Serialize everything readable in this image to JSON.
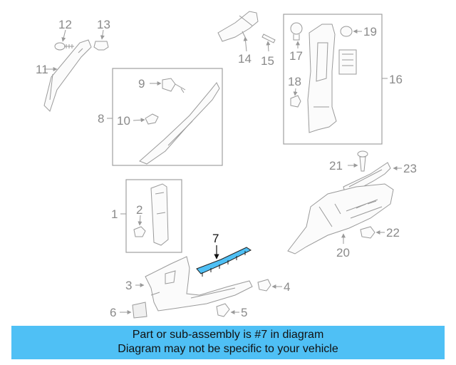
{
  "diagram": {
    "highlight_color": "#4fc0f5",
    "callouts": [
      "1",
      "2",
      "3",
      "4",
      "5",
      "6",
      "7",
      "8",
      "9",
      "10",
      "11",
      "12",
      "13",
      "14",
      "15",
      "16",
      "17",
      "18",
      "19",
      "20",
      "21",
      "22",
      "23"
    ]
  },
  "banner": {
    "line1": "Part or sub-assembly is #7 in diagram",
    "line2": "Diagram may not be specific to your vehicle",
    "background": "#4fc0f5"
  }
}
